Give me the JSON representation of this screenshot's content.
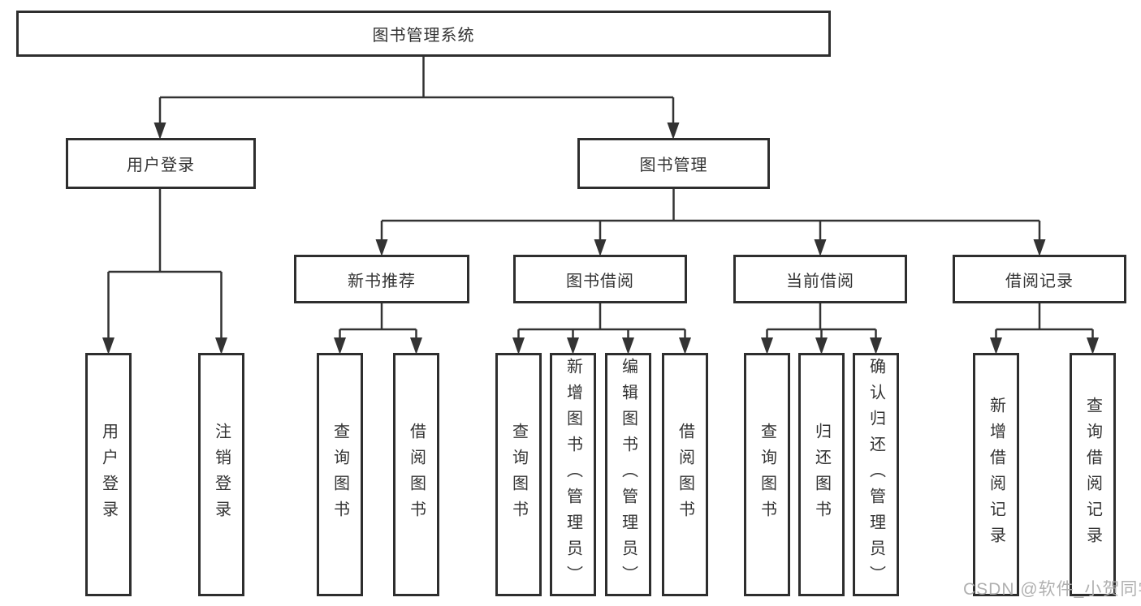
{
  "diagram_title": "图书管理系统",
  "tree": {
    "root": {
      "label": "图书管理系统"
    },
    "level2": [
      {
        "label": "用户登录",
        "children": [
          {
            "label": "用户登录"
          },
          {
            "label": "注销登录"
          }
        ]
      },
      {
        "label": "图书管理",
        "children": [
          {
            "label": "新书推荐",
            "children": [
              {
                "label": "查询图书"
              },
              {
                "label": "借阅图书"
              }
            ]
          },
          {
            "label": "图书借阅",
            "children": [
              {
                "label": "查询图书"
              },
              {
                "label": "新增图书（管理员）"
              },
              {
                "label": "编辑图书（管理员）"
              },
              {
                "label": "借阅图书"
              }
            ]
          },
          {
            "label": "当前借阅",
            "children": [
              {
                "label": "查询图书"
              },
              {
                "label": "归还图书"
              },
              {
                "label": "确认归还（管理员）"
              }
            ]
          },
          {
            "label": "借阅记录",
            "children": [
              {
                "label": "新增借阅记录"
              },
              {
                "label": "查询借阅记录"
              }
            ]
          }
        ]
      }
    ]
  },
  "watermark": "CSDN @软件_小贺同学",
  "colors": {
    "background": "#ffffff",
    "box_border": "#2e2e2e",
    "connector_line": "#333333",
    "text": "#333333",
    "watermark_text": "#acacac"
  }
}
